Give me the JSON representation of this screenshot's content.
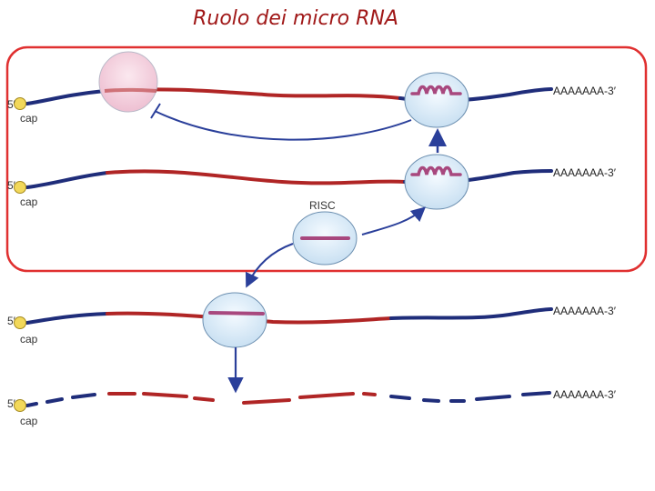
{
  "title": "Ruolo dei micro RNA",
  "labels": {
    "five_prime": "5′",
    "cap": "cap",
    "poly_a": "AAAAAAA-3′",
    "risc": "RISC"
  },
  "colors": {
    "coding": "#b02525",
    "utr": "#1f2d7a",
    "frame": "#e03030",
    "risc_fill": "#d7e9f7",
    "ribosome_fill": "#f3cfdc",
    "mirna": "#a8487e",
    "cap_fill": "#f2d85a"
  }
}
